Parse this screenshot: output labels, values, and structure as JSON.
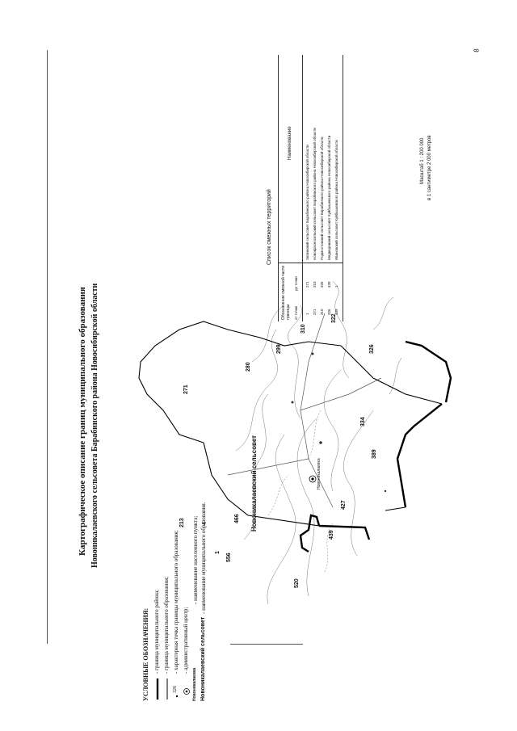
{
  "page_number": "8",
  "title_line1": "Картографическое описание границ муниципального образования",
  "title_line2": "Новоникалаевского сельсовета Барабинского района Новосибирской области",
  "map": {
    "district_label": "Новоникалаевский сельсовет",
    "admin_center_label": "Новоникалаевка",
    "point_labels": [
      "213",
      "4",
      "1",
      "556",
      "520",
      "466",
      "439",
      "427",
      "389",
      "334",
      "326",
      "322",
      "310",
      "299",
      "280",
      "271"
    ]
  },
  "legend": {
    "heading": "УСЛОВНЫЕ ОБОЗНАЧЕНИЯ:",
    "items": [
      {
        "symbol": "district-boundary",
        "text": "- граница муниципального района;"
      },
      {
        "symbol": "municipal-boundary",
        "text": "- граница муниципального образования;"
      },
      {
        "symbol": "point",
        "number": "326",
        "text": "- характерная точка границы муниципального образования;"
      },
      {
        "symbol": "admin-center",
        "text": "- административный центр;"
      },
      {
        "symbol": "settlement",
        "sample": "Новоникалаевка",
        "text": "- наименование населенного пункта;"
      },
      {
        "symbol": "municipality",
        "sample": "Новоникалаевский сельсовет",
        "text": "- наименование муниципального образования."
      }
    ]
  },
  "adjacent": {
    "title": "Список смежных территорий",
    "col_segment": "Обозначение смежной части границы",
    "col_from": "от точки",
    "col_to": "до точки",
    "col_name": "Наименование",
    "rows": [
      {
        "from": "1",
        "to": "271",
        "name": "Зюзинский сельсовет Барабинского района Новосибирской области"
      },
      {
        "from": "271",
        "to": "310",
        "name": "Новокрасносельский сельсовет Барабинского района Новосибирской области"
      },
      {
        "from": "310",
        "to": "326",
        "name": "Подмостовский сельсовет Барабинского района Новосибирской области"
      },
      {
        "from": "326",
        "to": "439",
        "name": "Медведевский сельсовет Куйбышевского района Новосибирской области"
      },
      {
        "from": "439",
        "to": "1",
        "name": "Ивановский сельсовет Куйбышевского района Новосибирской области"
      }
    ]
  },
  "scale": {
    "line1": "Масштаб 1 : 200 000",
    "line2": "в 1 сантиметре 2 000 метров"
  }
}
